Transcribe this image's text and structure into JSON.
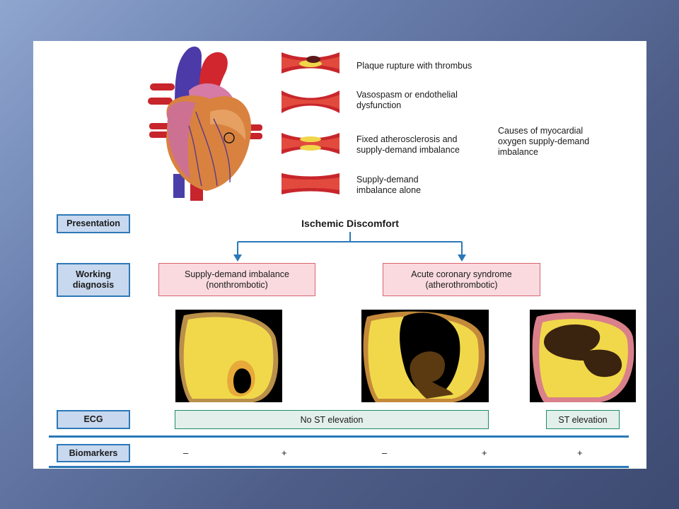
{
  "legend": {
    "items": [
      {
        "label": "Plaque rupture with thrombus"
      },
      {
        "label_line1": "Vasospasm or endothelial",
        "label_line2": "dysfunction"
      },
      {
        "label_line1": "Fixed atherosclerosis and",
        "label_line2": "supply-demand imbalance"
      },
      {
        "label_line1": "Supply-demand",
        "label_line2": "imbalance alone"
      }
    ],
    "caption_line1": "Causes of myocardial",
    "caption_line2": "oxygen supply-demand",
    "caption_line3": "imbalance"
  },
  "rows": {
    "presentation": "Presentation",
    "working_diagnosis_line1": "Working",
    "working_diagnosis_line2": "diagnosis",
    "ecg": "ECG",
    "biomarkers": "Biomarkers"
  },
  "presentation_value": "Ischemic Discomfort",
  "diagnoses": [
    {
      "line1": "Supply-demand imbalance",
      "line2": "(nonthrombotic)"
    },
    {
      "line1": "Acute coronary syndrome",
      "line2": "(atherothrombotic)"
    }
  ],
  "ecg": {
    "no_st": "No ST elevation",
    "st": "ST elevation"
  },
  "biomarker_values": [
    "–",
    "+",
    "–",
    "+",
    "+"
  ],
  "colors": {
    "label_fill": "#c8d8ee",
    "label_border": "#2c78b8",
    "diagnosis_fill": "#fadadf",
    "diagnosis_border": "#d96570",
    "ecg_fill": "#e2efea",
    "ecg_border": "#1e8a6a"
  }
}
